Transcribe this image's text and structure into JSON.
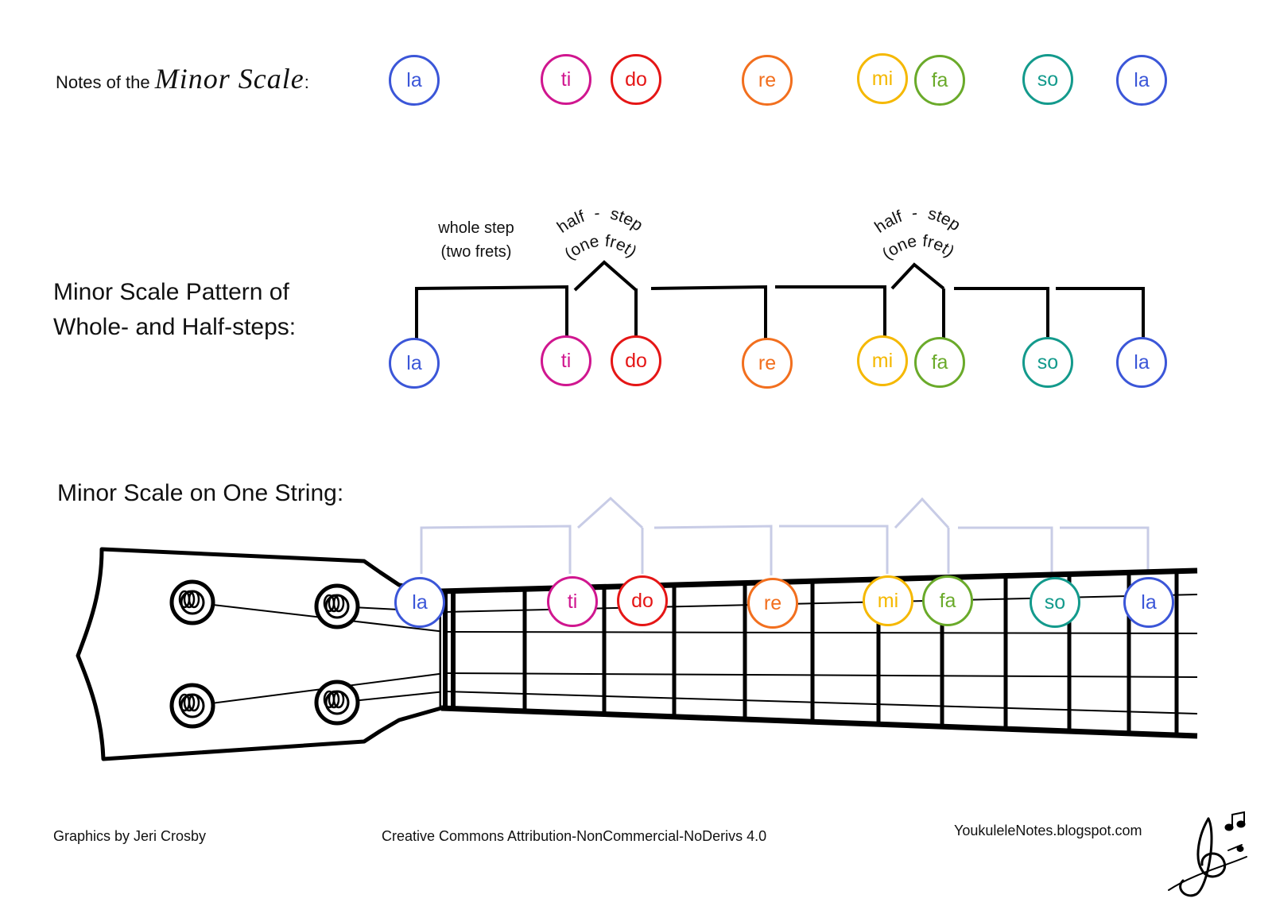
{
  "colors": {
    "la": "#3b56d8",
    "ti": "#d0168f",
    "do": "#e51616",
    "re": "#f26f1e",
    "mi": "#f5b800",
    "fa": "#6aaa2a",
    "so": "#139a8c",
    "bracket_light": "#c8cce6"
  },
  "header": {
    "title_prefix": "Notes of the ",
    "title_script": "Minor Scale",
    "title_suffix": ":"
  },
  "pattern": {
    "title_line1": "Minor Scale Pattern of",
    "title_line2": "Whole- and Half-steps:",
    "whole_step_line1": "whole step",
    "whole_step_line2": "(two frets)",
    "half_step_1": "half  -  step",
    "one_fret_1": "(one fret)",
    "half_step_2": "half  -  step",
    "one_fret_2": "(one fret)"
  },
  "fretboard": {
    "title": "Minor Scale on One String:"
  },
  "notes": {
    "row1": [
      {
        "syllable": "la",
        "color_key": "la"
      },
      {
        "syllable": "ti",
        "color_key": "ti"
      },
      {
        "syllable": "do",
        "color_key": "do"
      },
      {
        "syllable": "re",
        "color_key": "re"
      },
      {
        "syllable": "mi",
        "color_key": "mi"
      },
      {
        "syllable": "fa",
        "color_key": "fa"
      },
      {
        "syllable": "so",
        "color_key": "so"
      },
      {
        "syllable": "la",
        "color_key": "la"
      }
    ],
    "row2": [
      {
        "syllable": "la",
        "color_key": "la"
      },
      {
        "syllable": "ti",
        "color_key": "ti"
      },
      {
        "syllable": "do",
        "color_key": "do"
      },
      {
        "syllable": "re",
        "color_key": "re"
      },
      {
        "syllable": "mi",
        "color_key": "mi"
      },
      {
        "syllable": "fa",
        "color_key": "fa"
      },
      {
        "syllable": "so",
        "color_key": "so"
      },
      {
        "syllable": "la",
        "color_key": "la"
      }
    ],
    "row3": [
      {
        "syllable": "la",
        "color_key": "la"
      },
      {
        "syllable": "ti",
        "color_key": "ti"
      },
      {
        "syllable": "do",
        "color_key": "do"
      },
      {
        "syllable": "re",
        "color_key": "re"
      },
      {
        "syllable": "mi",
        "color_key": "mi"
      },
      {
        "syllable": "fa",
        "color_key": "fa"
      },
      {
        "syllable": "so",
        "color_key": "so"
      },
      {
        "syllable": "la",
        "color_key": "la"
      }
    ]
  },
  "footer": {
    "credit": "Graphics by Jeri Crosby",
    "license": "Creative Commons Attribution-NonCommercial-NoDerivs 4.0",
    "site": "YoukuleleNotes.blogspot.com",
    "logo_icon": "treble-clef-music-notes-icon"
  }
}
